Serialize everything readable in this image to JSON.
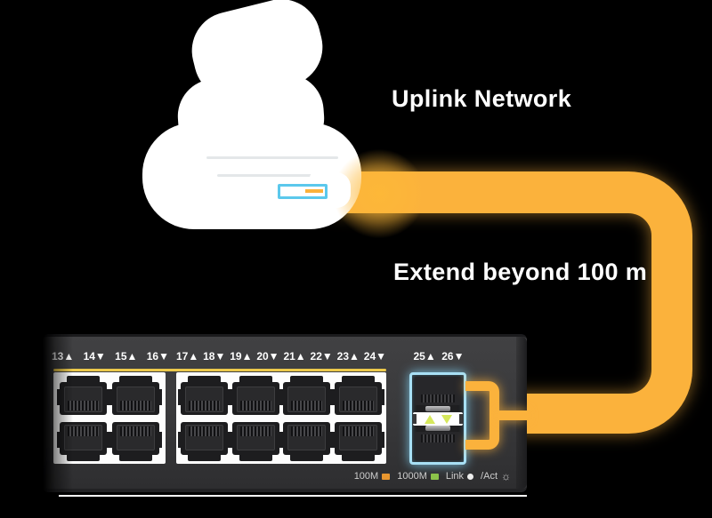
{
  "headings": {
    "uplink": "Uplink Network",
    "extend": "Extend beyond 100 m"
  },
  "colors": {
    "cable": "#FBB23C",
    "highlight": "#5BC8EC",
    "highlight2": "#A8E0F5",
    "accent_line": "#ECC94B",
    "led": "#D6E85C"
  },
  "switch": {
    "label_groups": [
      [
        "13▲",
        "14▼",
        "15▲",
        "16▼"
      ],
      [
        "17▲",
        "18▼",
        "19▲",
        "20▼",
        "21▲",
        "22▼",
        "23▲",
        "24▼"
      ]
    ],
    "sfp_labels": [
      "25▲",
      "26▼"
    ],
    "port_columns": [
      2,
      4
    ],
    "legend": [
      {
        "label": "100M",
        "swatch": "square",
        "color": "#E8962F"
      },
      {
        "label": "1000M",
        "swatch": "square",
        "color": "#8BC34A"
      },
      {
        "label": "Link",
        "swatch": "dot",
        "color": "#EDEDED"
      },
      {
        "label": "/Act",
        "swatch": "icon",
        "icon": "☼"
      }
    ]
  }
}
